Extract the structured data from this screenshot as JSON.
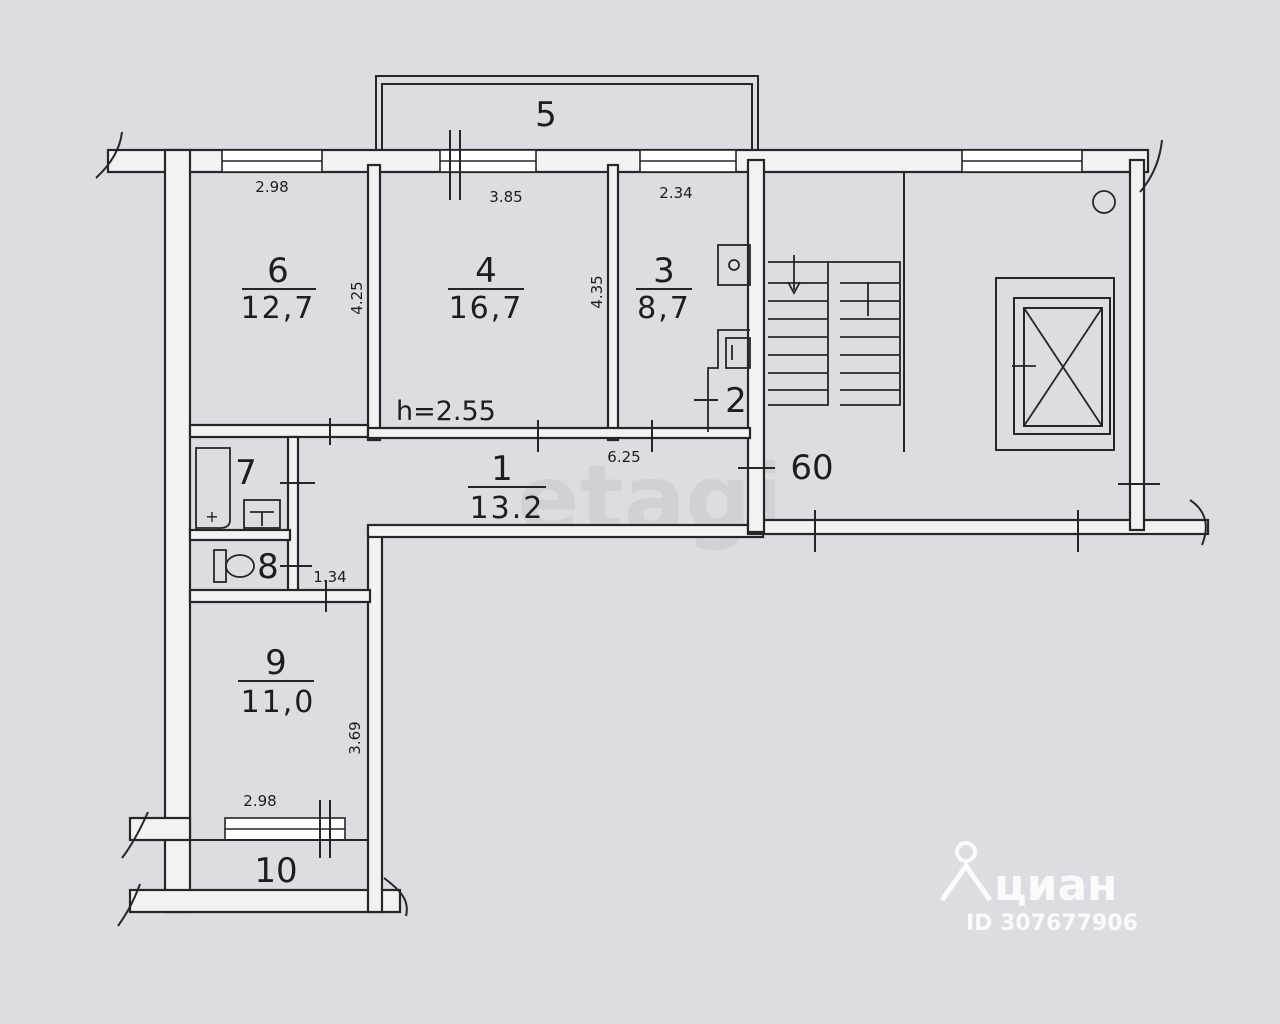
{
  "rooms": [
    {
      "number": "1",
      "area": "13.2",
      "key": "corridor"
    },
    {
      "number": "2",
      "key": "closet"
    },
    {
      "number": "3",
      "area": "8,7",
      "key": "kitchen"
    },
    {
      "number": "4",
      "area": "16,7",
      "key": "living"
    },
    {
      "number": "5",
      "key": "balcony"
    },
    {
      "number": "6",
      "area": "12,7",
      "key": "bedroom-left"
    },
    {
      "number": "7",
      "key": "bathroom"
    },
    {
      "number": "8",
      "key": "toilet"
    },
    {
      "number": "9",
      "area": "11,0",
      "key": "bedroom-bottom"
    },
    {
      "number": "10",
      "key": "loggia"
    }
  ],
  "dimensions": {
    "room6_width": "2.98",
    "room6_depth": "4.25",
    "room4_width": "3.85",
    "room4_depth": "4.35",
    "room3_width": "2.34",
    "corridor_length": "6.25",
    "toilet_width": "1.34",
    "room9_width": "2.98",
    "room9_depth": "3.69"
  },
  "ceiling_height": "h=2.55",
  "stair_label": "60",
  "watermarks": {
    "etagi": "etagi",
    "cian_name": "циан",
    "cian_id": "ID 307677906"
  }
}
